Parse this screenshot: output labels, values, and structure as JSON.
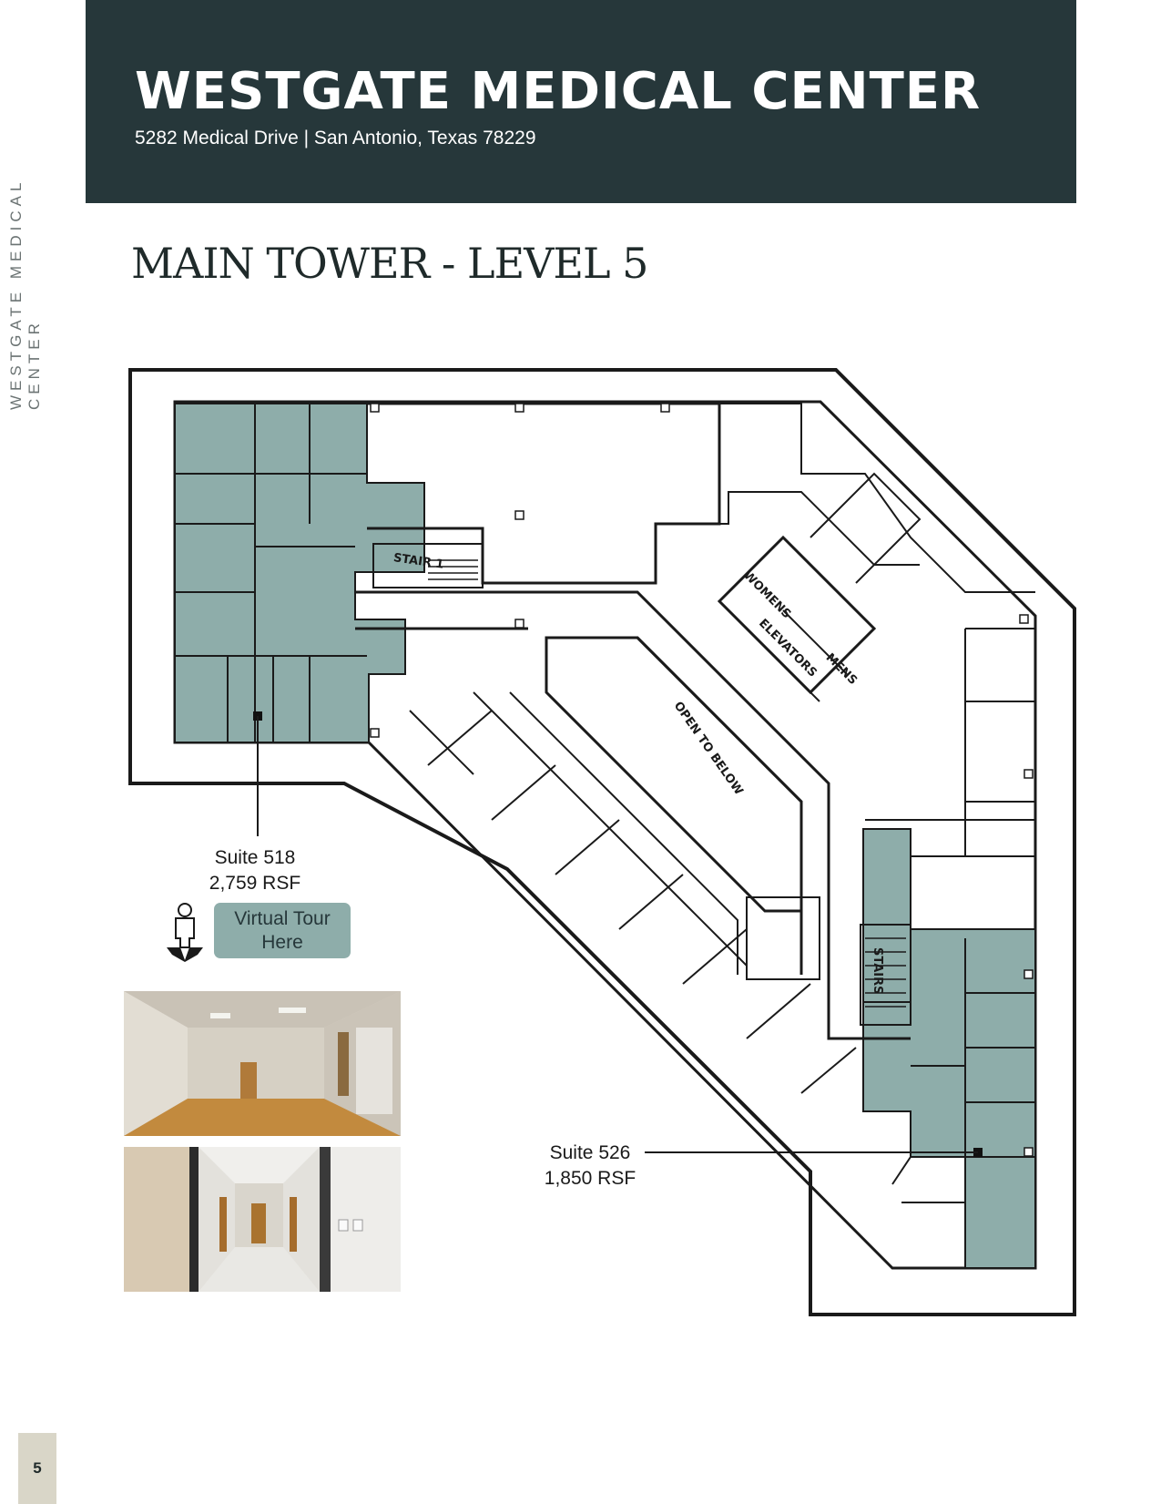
{
  "sidebar": {
    "text": "WESTGATE MEDICAL CENTER"
  },
  "header": {
    "title": "WESTGATE MEDICAL CENTER",
    "address": "5282 Medical Drive | San Antonio, Texas 78229"
  },
  "floor": {
    "title": "MAIN TOWER - LEVEL 5"
  },
  "plan_labels": {
    "stair_1": "STAIR 1",
    "womens": "WOMENS",
    "mens": "MENS",
    "elevators": "ELEVATORS",
    "open_to_below": "OPEN TO BELOW",
    "stairs": "STAIRS"
  },
  "suites": [
    {
      "name": "Suite 518",
      "area": "2,759 RSF"
    },
    {
      "name": "Suite 526",
      "area": "1,850 RSF"
    }
  ],
  "virtual_tour": {
    "label": "Virtual Tour Here"
  },
  "colors": {
    "header_bg": "#26373a",
    "highlight": "#8eadaa",
    "page_tab": "#d9d6c8"
  },
  "page": {
    "number": "5"
  }
}
